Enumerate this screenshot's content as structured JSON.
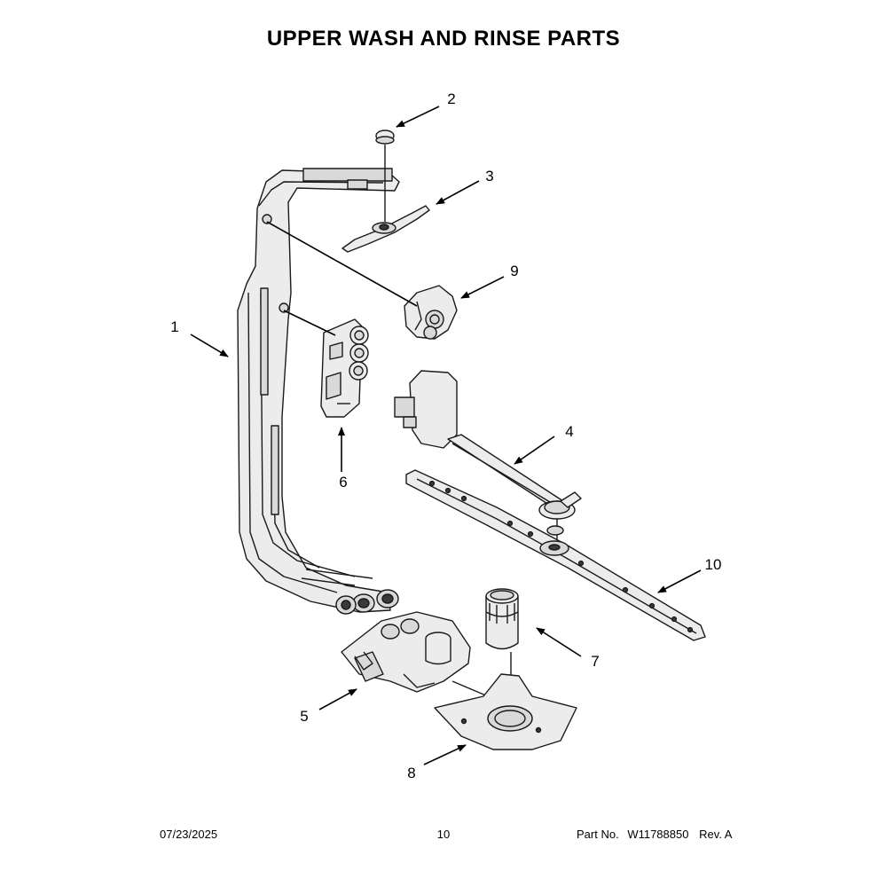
{
  "title": "UPPER WASH AND RINSE PARTS",
  "callouts": [
    {
      "id": "1",
      "label": "1"
    },
    {
      "id": "2",
      "label": "2"
    },
    {
      "id": "3",
      "label": "3"
    },
    {
      "id": "4",
      "label": "4"
    },
    {
      "id": "5",
      "label": "5"
    },
    {
      "id": "6",
      "label": "6"
    },
    {
      "id": "7",
      "label": "7"
    },
    {
      "id": "8",
      "label": "8"
    },
    {
      "id": "9",
      "label": "9"
    },
    {
      "id": "10",
      "label": "10"
    }
  ],
  "footer": {
    "date": "07/23/2025",
    "page": "10",
    "part_label": "Part No.",
    "part_number": "W11788850",
    "revision": "Rev. A"
  }
}
